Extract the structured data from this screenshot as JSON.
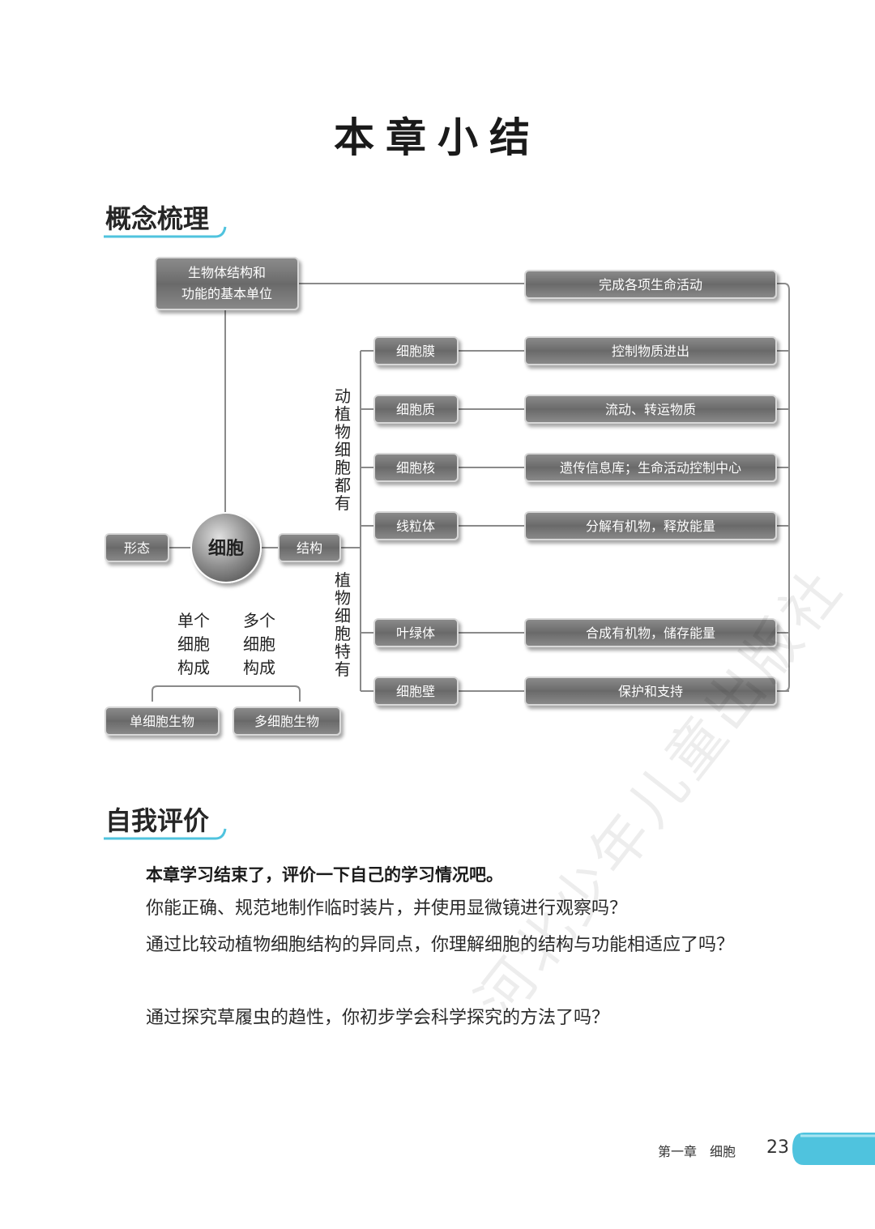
{
  "page_title": "本章小结",
  "section_concept": {
    "heading": "概念梳理"
  },
  "section_eval": {
    "heading": "自我评价"
  },
  "concept_map": {
    "top_box": "生物体结构和功能的基本单位",
    "top_box_line1": "生物体结构和",
    "top_box_line2": "功能的基本单位",
    "top_function": "完成各项生命活动",
    "center": "细胞",
    "left_node": "形态",
    "right_node": "结构",
    "group_all": "动植物细胞都有",
    "group_plant": "植物细胞特有",
    "branch_single": "单个细胞构成",
    "branch_multi": "多个细胞构成",
    "organism_single": "单细胞生物",
    "organism_multi": "多细胞生物",
    "parts": [
      {
        "name": "细胞膜",
        "function": "控制物质进出"
      },
      {
        "name": "细胞质",
        "function": "流动、转运物质"
      },
      {
        "name": "细胞核",
        "function": "遗传信息库；生命活动控制中心"
      },
      {
        "name": "线粒体",
        "function": "分解有机物，释放能量"
      },
      {
        "name": "叶绿体",
        "function": "合成有机物，储存能量"
      },
      {
        "name": "细胞壁",
        "function": "保护和支持"
      }
    ]
  },
  "evaluation": {
    "lead": "本章学习结束了，评价一下自己的学习情况吧。",
    "q1": "你能正确、规范地制作临时装片，并使用显微镜进行观察吗？",
    "q2": "通过比较动植物细胞结构的异同点，你理解细胞的结构与功能相适应了吗？",
    "q3": "通过探究草履虫的趋性，你初步学会科学探究的方法了吗？"
  },
  "watermark": "河北少年儿童出版社",
  "footer": {
    "chapter": "第一章　细胞",
    "page_number": "23"
  },
  "colors": {
    "accent": "#4fc3de",
    "box": "#6e6e6e",
    "line": "#8a8a8a"
  }
}
